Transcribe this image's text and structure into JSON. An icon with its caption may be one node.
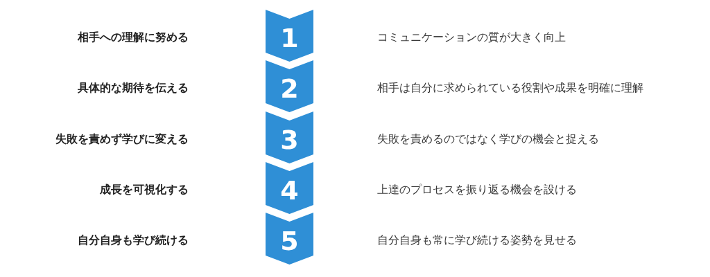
{
  "diagram": {
    "nodes": [
      {
        "text": [
          "1"
        ]
      },
      {
        "text": [
          "2"
        ]
      },
      {
        "text": [
          "3"
        ]
      },
      {
        "text": [
          "4"
        ]
      },
      {
        "text": [
          "5"
        ]
      }
    ],
    "labels": [
      "相手への理解に努める",
      "コミュニケーションの質が大きく向上",
      "具体的な期待を伝える",
      "相手は自分に求められている役割や成果を明確に理解",
      "失敗を責めず学びに変える",
      "失敗を責めるのではなく学びの機会と捉える",
      "成長を可視化する",
      "上達のプロセスを振り返る機会を設ける",
      "自分自身も学び続ける",
      "自分自身も常に学び続ける姿勢を見せる"
    ]
  }
}
